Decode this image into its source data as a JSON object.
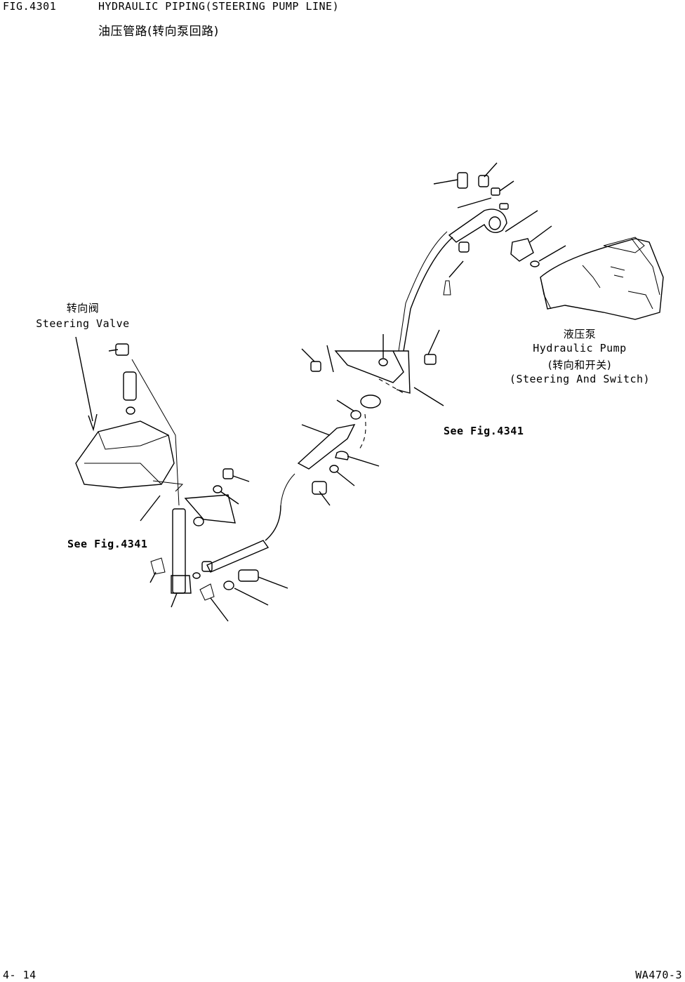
{
  "header": {
    "fig_code": "FIG.4301",
    "title_en": "HYDRAULIC PIPING(STEERING PUMP LINE)",
    "title_cn": "油压管路(转向泵回路)"
  },
  "labels": {
    "steering_valve_cn": "转向阀",
    "steering_valve_en": "Steering Valve",
    "pump_cn": "液压泵",
    "pump_en": "Hydraulic Pump",
    "pump_sub_cn": "(转向和开关)",
    "pump_sub_en": "(Steering And Switch)",
    "see_fig_right": "See Fig.4341",
    "see_fig_left": "See Fig.4341"
  },
  "footer": {
    "page_number": "4- 14",
    "model": "WA470-3"
  }
}
